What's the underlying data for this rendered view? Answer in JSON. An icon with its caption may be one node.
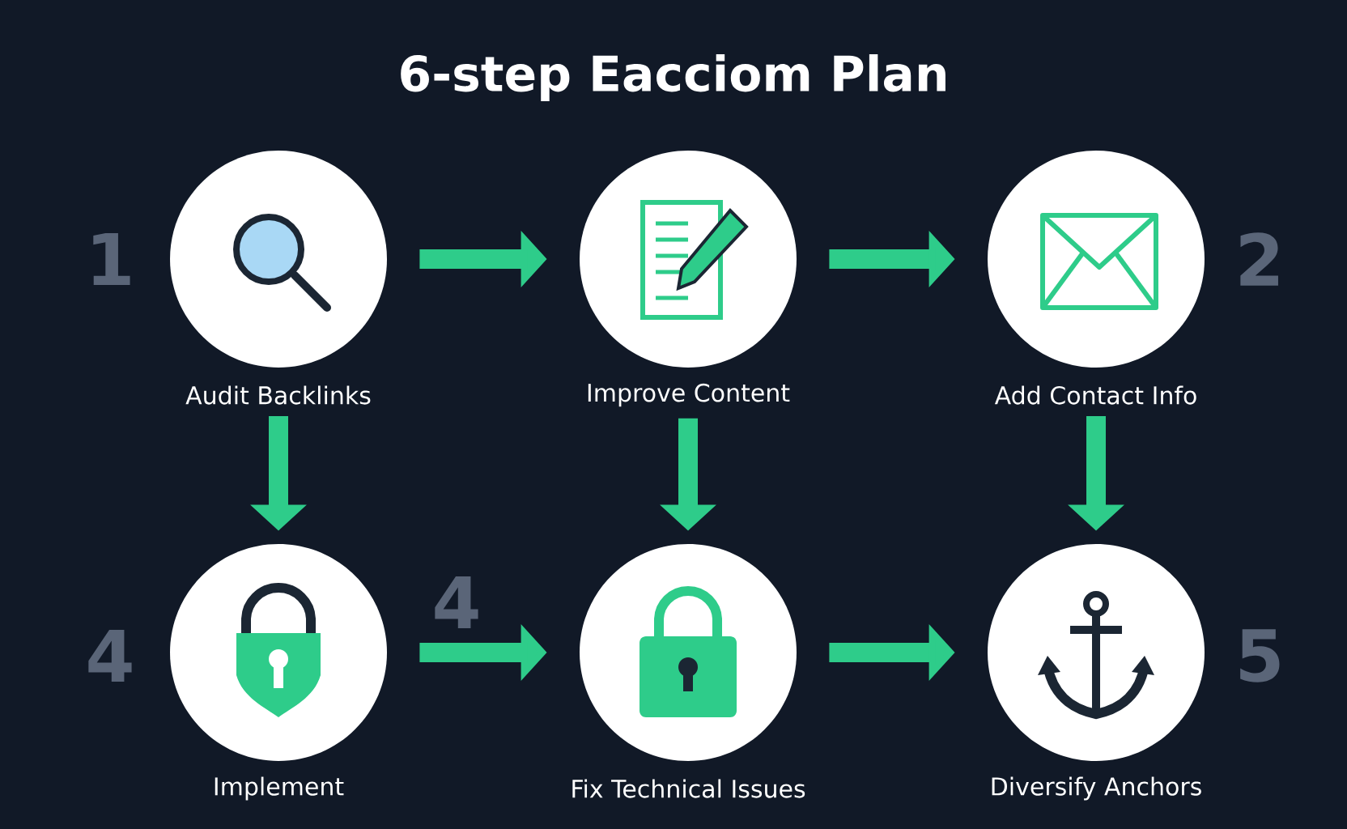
{
  "diagram": {
    "title": "6-step Eacciom Plan",
    "nodes": [
      {
        "text": [
          "Audit Backlinks"
        ]
      },
      {
        "text": [
          "Improve Content"
        ]
      },
      {
        "text": [
          "Add Contact Info"
        ]
      },
      {
        "text": [
          "Implement"
        ]
      },
      {
        "text": [
          "Fix Technical Issues"
        ]
      },
      {
        "text": [
          "Diversify Anchors"
        ]
      }
    ],
    "edges": [
      {
        "from": 0,
        "to": 1,
        "arrow": "to"
      },
      {
        "from": 1,
        "to": 2,
        "arrow": "to"
      },
      {
        "from": 0,
        "to": 3,
        "arrow": "to"
      },
      {
        "from": 1,
        "to": 4,
        "arrow": "to"
      },
      {
        "from": 2,
        "to": 5,
        "arrow": "to"
      },
      {
        "from": 3,
        "to": 4,
        "arrow": "to"
      },
      {
        "from": 4,
        "to": 5,
        "arrow": "to"
      }
    ],
    "labels": [
      "1",
      "2",
      "4",
      "4",
      "5"
    ]
  }
}
